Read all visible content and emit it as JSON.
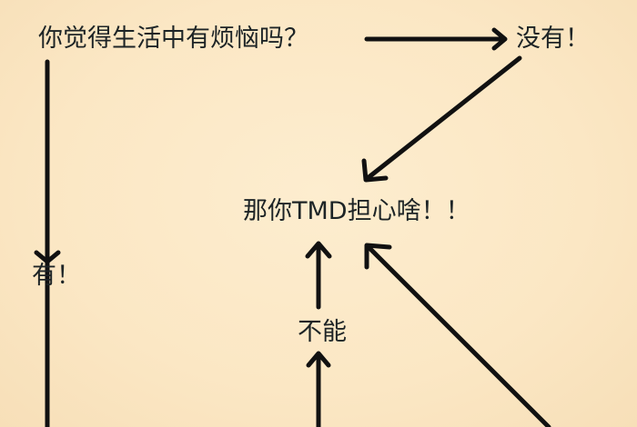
{
  "diagram": {
    "type": "flowchart",
    "background_color": "#fbe9c8",
    "text_color": "#1d2426",
    "line_color": "#111111",
    "nodes": {
      "question": "你觉得生活中有烦恼吗？",
      "no": "没有！",
      "conclusion": "那你TMD担心啥！！",
      "yes": "有！",
      "cannot": "不能"
    },
    "edges": [
      {
        "from": "question",
        "to": "no",
        "direction": "right"
      },
      {
        "from": "no",
        "to": "conclusion",
        "direction": "down-left"
      },
      {
        "from": "question",
        "to": "yes",
        "direction": "down"
      },
      {
        "from": "cannot",
        "to": "conclusion",
        "direction": "up"
      },
      {
        "from": "bottom-center",
        "to": "cannot",
        "direction": "up"
      },
      {
        "from": "bottom-right",
        "to": "conclusion",
        "direction": "up-left"
      }
    ]
  }
}
